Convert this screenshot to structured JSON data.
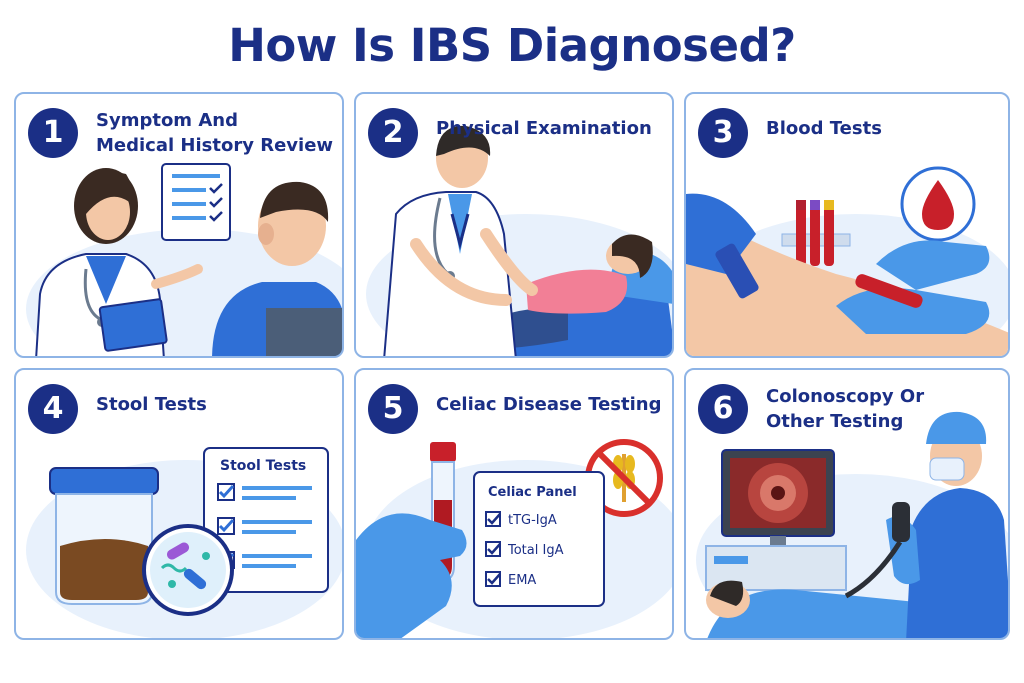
{
  "title": "How Is IBS Diagnosed?",
  "steps": [
    {
      "number": "1",
      "title_line1": "Symptom And",
      "title_line2": "Medical History Review"
    },
    {
      "number": "2",
      "title_line1": "Physical Examination",
      "title_line2": ""
    },
    {
      "number": "3",
      "title_line1": "Blood Tests",
      "title_line2": ""
    },
    {
      "number": "4",
      "title_line1": "Stool Tests",
      "title_line2": ""
    },
    {
      "number": "5",
      "title_line1": "Celiac Disease Testing",
      "title_line2": ""
    },
    {
      "number": "6",
      "title_line1": "Colonoscopy Or",
      "title_line2": "Other Testing"
    }
  ],
  "stool_card": {
    "title": "Stool Tests"
  },
  "celiac_card": {
    "title": "Celiac Panel",
    "items": [
      "tTG-IgA",
      "Total IgA",
      "EMA"
    ]
  },
  "icons": [
    "checklist-icon",
    "blood-drop-icon",
    "no-gluten-icon",
    "check-icon"
  ],
  "colors": {
    "navy": "#1b2f86",
    "border": "#8eb4e6",
    "scrub_blue": "#2f6fd6",
    "glove_blue": "#4a98e8",
    "blood_red": "#c8202a"
  }
}
